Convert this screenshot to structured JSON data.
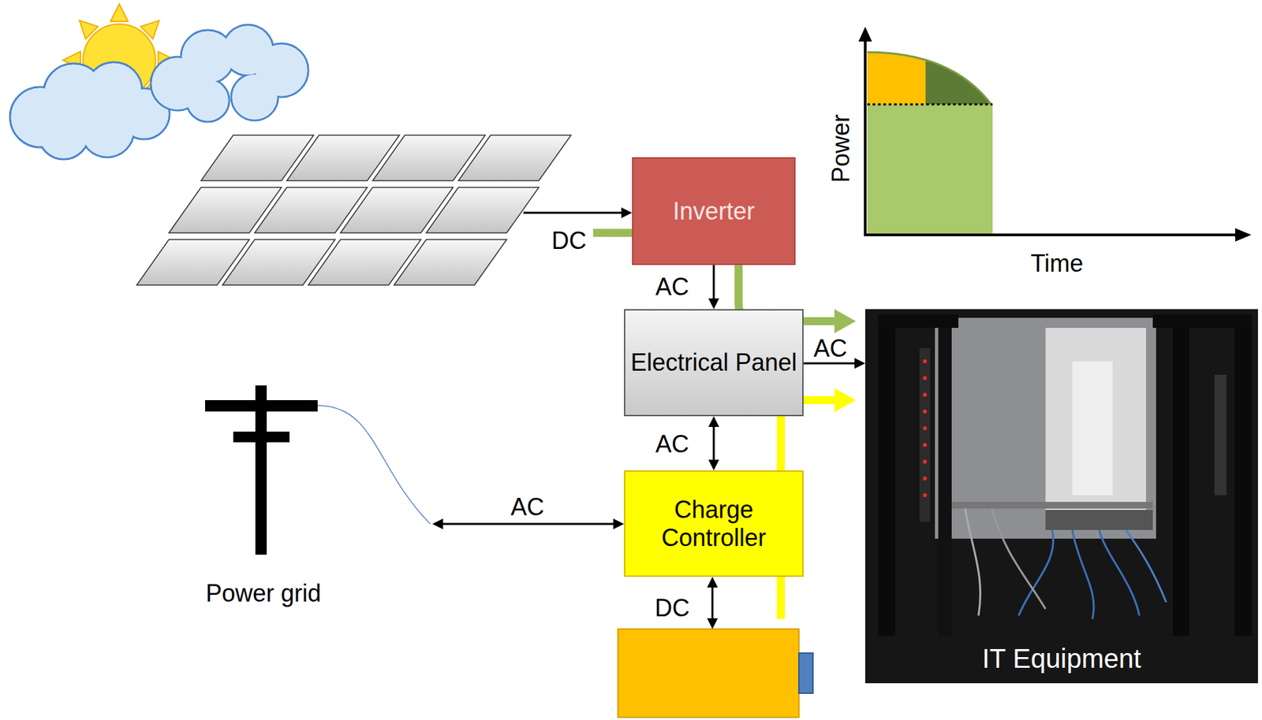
{
  "diagram": {
    "nodes": [
      {
        "text": [
          "Inverter"
        ]
      },
      {
        "text": [
          "Electrical Panel"
        ]
      },
      {
        "text": [
          "IT Equipment"
        ]
      },
      {
        "text": [
          "Power grid"
        ]
      },
      {
        "text": [
          "Charge Controller"
        ]
      }
    ],
    "edges": [
      {
        "from": 0,
        "to": 1,
        "arrow": "to",
        "label": "AC"
      },
      {
        "from": 1,
        "to": 2,
        "arrow": "to",
        "label": "AC"
      },
      {
        "from": 1,
        "to": 4,
        "arrow": "both",
        "label": "AC"
      },
      {
        "from": 3,
        "to": 4,
        "arrow": "both",
        "label": "AC"
      }
    ],
    "labels": [
      "DC",
      "DC",
      "Power",
      "Time"
    ]
  }
}
